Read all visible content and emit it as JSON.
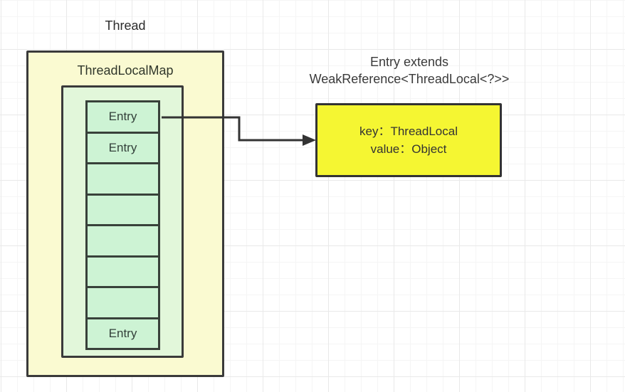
{
  "thread": {
    "label": "Thread",
    "map": {
      "title": "ThreadLocalMap",
      "entries": [
        {
          "label": "Entry"
        },
        {
          "label": "Entry"
        },
        {
          "label": ""
        },
        {
          "label": ""
        },
        {
          "label": ""
        },
        {
          "label": ""
        },
        {
          "label": ""
        },
        {
          "label": "Entry"
        }
      ]
    }
  },
  "entry_annotation": {
    "heading_line1": "Entry extends",
    "heading_line2": "WeakReference<ThreadLocal<?>>",
    "box": {
      "key_line": "key：ThreadLocal",
      "value_line": "value：Object"
    }
  },
  "colors": {
    "thread_box_fill": "#fafad1",
    "map_box_fill": "#e2f7da",
    "entry_cell_fill": "#cdf3d4",
    "annotation_box_fill": "#f5f632",
    "border": "#3a3a3a",
    "arrow": "#333333",
    "grid_minor": "#f5f5f5",
    "grid_major": "#e9e9e9"
  }
}
